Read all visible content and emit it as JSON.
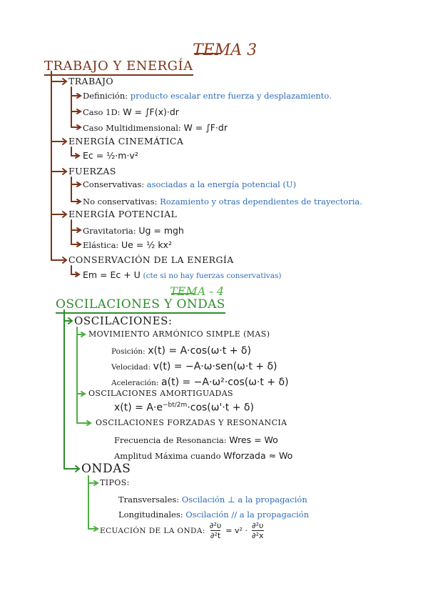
{
  "tema3": "TEMA 3",
  "section1": {
    "title": "TRABAJO Y ENERGÍA",
    "trabajo": {
      "label": "TRABAJO",
      "items": [
        {
          "label": "Definición:",
          "value": "producto escalar entre fuerza y desplazamiento."
        },
        {
          "label": "Caso 1D:",
          "value": "W = ∫F(x)·dr"
        },
        {
          "label": "Caso Multidimensional:",
          "value": "W = ∫F·dr"
        }
      ]
    },
    "cinetica": {
      "label": "ENERGÍA CINEMÁTICA",
      "formula": "Ec = ½·m·v²"
    },
    "fuerzas": {
      "label": "FUERZAS",
      "items": [
        {
          "label": "Conservativas:",
          "value": "asociadas a la energía potencial (U)"
        },
        {
          "label": "No conservativas:",
          "value": "Rozamiento y otras dependientes de trayectoria."
        }
      ]
    },
    "potencial": {
      "label": "ENERGÍA POTENCIAL",
      "items": [
        {
          "label": "Gravitatoria:",
          "value": "Ug = mgh"
        },
        {
          "label": "Elástica:",
          "value": "Ue = ½ kx²"
        }
      ]
    },
    "conservacion": {
      "label": "CONSERVACIÓN DE LA ENERGÍA",
      "formula": "Em = Ec + U",
      "note": "(cte si no hay fuerzas conservativas)"
    }
  },
  "tema4": "TEMA - 4",
  "section2": {
    "title": "OSCILACIONES Y ONDAS",
    "oscilaciones": {
      "label": "OSCILACIONES:",
      "mas": {
        "label": "MOVIMIENTO ARMÓNICO SIMPLE (MAS)",
        "items": [
          {
            "label": "Posición:",
            "value": "x(t) = A·cos(ω·t + δ)"
          },
          {
            "label": "Velocidad:",
            "value": "v(t) = −A·ω·sen(ω·t + δ)"
          },
          {
            "label": "Aceleración:",
            "value": "a(t) = −A·ω²·cos(ω·t + δ)"
          }
        ]
      },
      "amortiguadas": {
        "label": "OSCILACIONES AMORTIGUADAS",
        "formula_base": "x(t) = A·e",
        "formula_exp": "−bt/2m",
        "formula_rest": "·cos(ω'·t + δ)"
      },
      "forzadas": {
        "label": "OSCILACIONES FORZADAS Y RESONANCIA",
        "items": [
          {
            "label": "Frecuencia de Resonancia:",
            "value": "Wres = Wo"
          },
          {
            "label": "Amplitud Máxima cuando",
            "value": "Wforzada ≈ Wo"
          }
        ]
      }
    },
    "ondas": {
      "label": "ONDAS",
      "tipos": {
        "label": "TIPOS:",
        "items": [
          {
            "label": "Transversales:",
            "value": "Oscilación ⊥ a la propagación"
          },
          {
            "label": "Longitudinales:",
            "value": "Oscilación // a la propagación"
          }
        ]
      },
      "ecuacion": {
        "label": "ECUACIÓN DE LA ONDA:",
        "lhs_num": "∂²υ",
        "lhs_den": "∂²t",
        "mid": "= v² ·",
        "rhs_num": "∂²υ",
        "rhs_den": "∂²x"
      }
    }
  },
  "colors": {
    "brown": "#7a3519",
    "green": "#2e8b2a",
    "light_green": "#4caf3f",
    "blue": "#2f6db5"
  }
}
